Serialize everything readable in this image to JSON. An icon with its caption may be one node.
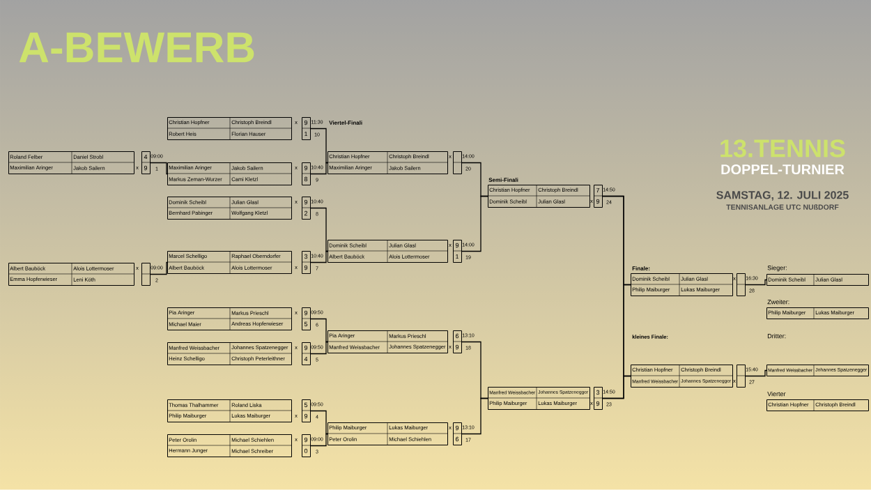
{
  "diagram": {
    "title": "A-BEWERB",
    "nodes": [
      {
        "text": [
          "Roland Felber",
          "Daniel Strobl",
          "Maximilian Aringer",
          "Jakob Sailern"
        ],
        "beside": [
          "x"
        ]
      },
      {
        "text": [
          "4",
          "9"
        ],
        "beside": [
          "09:00",
          "1"
        ]
      },
      {
        "text": [
          "Albert Bauböck",
          "Alois Lottermoser",
          "Emma Hopferwieser",
          "Leni Köth"
        ],
        "beside": [
          "x"
        ]
      },
      {
        "text": [],
        "shape": "box",
        "beside": [
          "09:00",
          "2"
        ]
      },
      {
        "text": [
          "Christian Hopfner",
          "Christoph Breindl",
          "Robert Heis",
          "Florian Hauser"
        ],
        "beside": [
          "x"
        ]
      },
      {
        "text": [
          "9",
          "1"
        ],
        "beside": [
          "11:30",
          "10"
        ]
      },
      {
        "text": [
          "Maximilian Aringer",
          "Jakob Sailern",
          "Markus Zeman-Wurzer",
          "Cami Kletzl"
        ],
        "beside": [
          "x"
        ]
      },
      {
        "text": [
          "9",
          "8"
        ],
        "beside": [
          "10:40",
          "9"
        ]
      },
      {
        "text": [
          "Dominik Scheibl",
          "Julian Glasl",
          "Bernhard Pabinger",
          "Wolfgang Kletzl"
        ],
        "beside": [
          "x"
        ]
      },
      {
        "text": [
          "9",
          "2"
        ],
        "beside": [
          "10:40",
          "8"
        ]
      },
      {
        "text": [
          "Marcel Schelligo",
          "Raphael Oberndorfer",
          "Albert Bauböck",
          "Alois Lottermoser"
        ],
        "beside": [
          "x"
        ]
      },
      {
        "text": [
          "3",
          "9"
        ],
        "beside": [
          "10:40",
          "7"
        ]
      },
      {
        "text": [
          "Pia Aringer",
          "Markus Prieschl",
          "Michael Maier",
          "Andreas Hopferwieser"
        ],
        "beside": [
          "x"
        ]
      },
      {
        "text": [
          "9",
          "5"
        ],
        "beside": [
          "09:50",
          "6"
        ]
      },
      {
        "text": [
          "Manfred Weissbacher",
          "Johannes Spatzenegger",
          "Heinz Schelligo",
          "Christoph Peterleithner"
        ],
        "beside": [
          "x"
        ]
      },
      {
        "text": [
          "9",
          "4"
        ],
        "beside": [
          "09:50",
          "5"
        ]
      },
      {
        "text": [
          "Thomas Thalhammer",
          "Roland Liska",
          "Philip Maiburger",
          "Lukas Maiburger"
        ],
        "beside": [
          "x"
        ]
      },
      {
        "text": [
          "5",
          "9"
        ],
        "beside": [
          "09:50",
          "4"
        ]
      },
      {
        "text": [
          "Peter Orolin",
          "Michael Schiehlen",
          "Hermann Junger",
          "Michael Schreiber"
        ],
        "beside": [
          "x"
        ]
      },
      {
        "text": [
          "9",
          "0"
        ],
        "beside": [
          "09:00",
          "3"
        ]
      },
      {
        "text": [
          "Christian Hopfner",
          "Christoph Breindl",
          "Maximilian Aringer",
          "Jakob Sailern"
        ],
        "beside": [
          "x"
        ]
      },
      {
        "text": [],
        "shape": "box",
        "beside": [
          "14:00",
          "20"
        ]
      },
      {
        "text": [
          "Dominik Scheibl",
          "Julian Glasl",
          "Albert Bauböck",
          "Alois Lottermoser"
        ],
        "beside": [
          "x"
        ]
      },
      {
        "text": [
          "9",
          "1"
        ],
        "beside": [
          "14:00",
          "19"
        ]
      },
      {
        "text": [
          "Pia Aringer",
          "Markus Prieschl",
          "Manfred Weissbacher",
          "Johannes Spatzenegger"
        ],
        "beside": [
          "x"
        ]
      },
      {
        "text": [
          "6",
          "9"
        ],
        "beside": [
          "13:10",
          "18"
        ]
      },
      {
        "text": [
          "Philip Maiburger",
          "Lukas Maiburger",
          "Peter Orolin",
          "Michael Schiehlen"
        ],
        "beside": [
          "x"
        ]
      },
      {
        "text": [
          "9",
          "6"
        ],
        "beside": [
          "13:10",
          "17"
        ]
      },
      {
        "text": [
          "Christian Hopfner",
          "Christoph Breindl",
          "Dominik Scheibl",
          "Julian Glasl"
        ],
        "beside": [
          "x"
        ]
      },
      {
        "text": [
          "7",
          "9"
        ],
        "beside": [
          "14:50",
          "24"
        ]
      },
      {
        "text": [
          "Manfred Weissbacher",
          "Johannes Spatzenegger",
          "Philip Maiburger",
          "Lukas Maiburger"
        ],
        "beside": [
          "x"
        ]
      },
      {
        "text": [
          "3",
          "9"
        ],
        "beside": [
          "14:50",
          "23"
        ]
      },
      {
        "text": [
          "Dominik Scheibl",
          "Julian Glasl",
          "Philip Maiburger",
          "Lukas Maiburger"
        ],
        "beside": [
          "x"
        ]
      },
      {
        "text": [],
        "shape": "box",
        "beside": [
          "16:30",
          "28"
        ]
      },
      {
        "text": [
          "Christian Hopfner",
          "Christoph Breindl",
          "Manfred Weissbacher",
          "Johannes Spatzenegger"
        ],
        "beside": [
          "x"
        ]
      },
      {
        "text": [],
        "shape": "box",
        "beside": [
          "15:40",
          "27"
        ]
      },
      {
        "text": [
          "Sieger:",
          "Dominik Scheibl",
          "Julian Glasl"
        ]
      },
      {
        "text": [
          "Zweiter:",
          "Philip Maiburger",
          "Lukas Maiburger"
        ]
      },
      {
        "text": [
          "Manfred Weissbacher",
          "Johannes Spatzenegger"
        ]
      },
      {
        "text": [
          "Vierter",
          "Christian Hopfner",
          "Christoph Breindl"
        ]
      }
    ],
    "edges": [
      {
        "from": 1,
        "to": 6,
        "arrow": "none"
      },
      {
        "from": 3,
        "to": 10,
        "arrow": "none"
      },
      {
        "from": 5,
        "to": 20,
        "arrow": "none"
      },
      {
        "from": 7,
        "to": 20,
        "arrow": "none"
      },
      {
        "from": 9,
        "to": 22,
        "arrow": "none"
      },
      {
        "from": 11,
        "to": 22,
        "arrow": "none"
      },
      {
        "from": 13,
        "to": 24,
        "arrow": "none"
      },
      {
        "from": 15,
        "to": 24,
        "arrow": "none"
      },
      {
        "from": 17,
        "to": 26,
        "arrow": "none"
      },
      {
        "from": 19,
        "to": 26,
        "arrow": "none"
      },
      {
        "from": 21,
        "to": 28,
        "arrow": "none"
      },
      {
        "from": 23,
        "to": 28,
        "arrow": "none"
      },
      {
        "from": 25,
        "to": 30,
        "arrow": "none"
      },
      {
        "from": 27,
        "to": 30,
        "arrow": "none"
      },
      {
        "from": 29,
        "to": 32,
        "arrow": "none"
      },
      {
        "from": 31,
        "to": 32,
        "arrow": "none"
      },
      {
        "from": 29,
        "to": 34,
        "arrow": "none"
      },
      {
        "from": 31,
        "to": 34,
        "arrow": "none"
      },
      {
        "from": 33,
        "to": 36,
        "arrow": "none"
      },
      {
        "from": 35,
        "to": 38,
        "arrow": "none"
      }
    ],
    "labels": [
      "Viertel-Finali",
      "Semi-Finali",
      "Finale:",
      "kleines Finale:",
      "Dritter:",
      "13.TENNIS",
      "DOPPEL-TURNIER",
      "SAMSTAG, 12. JULI 2025",
      "TENNISANLAGE UTC NUßDORF"
    ]
  }
}
